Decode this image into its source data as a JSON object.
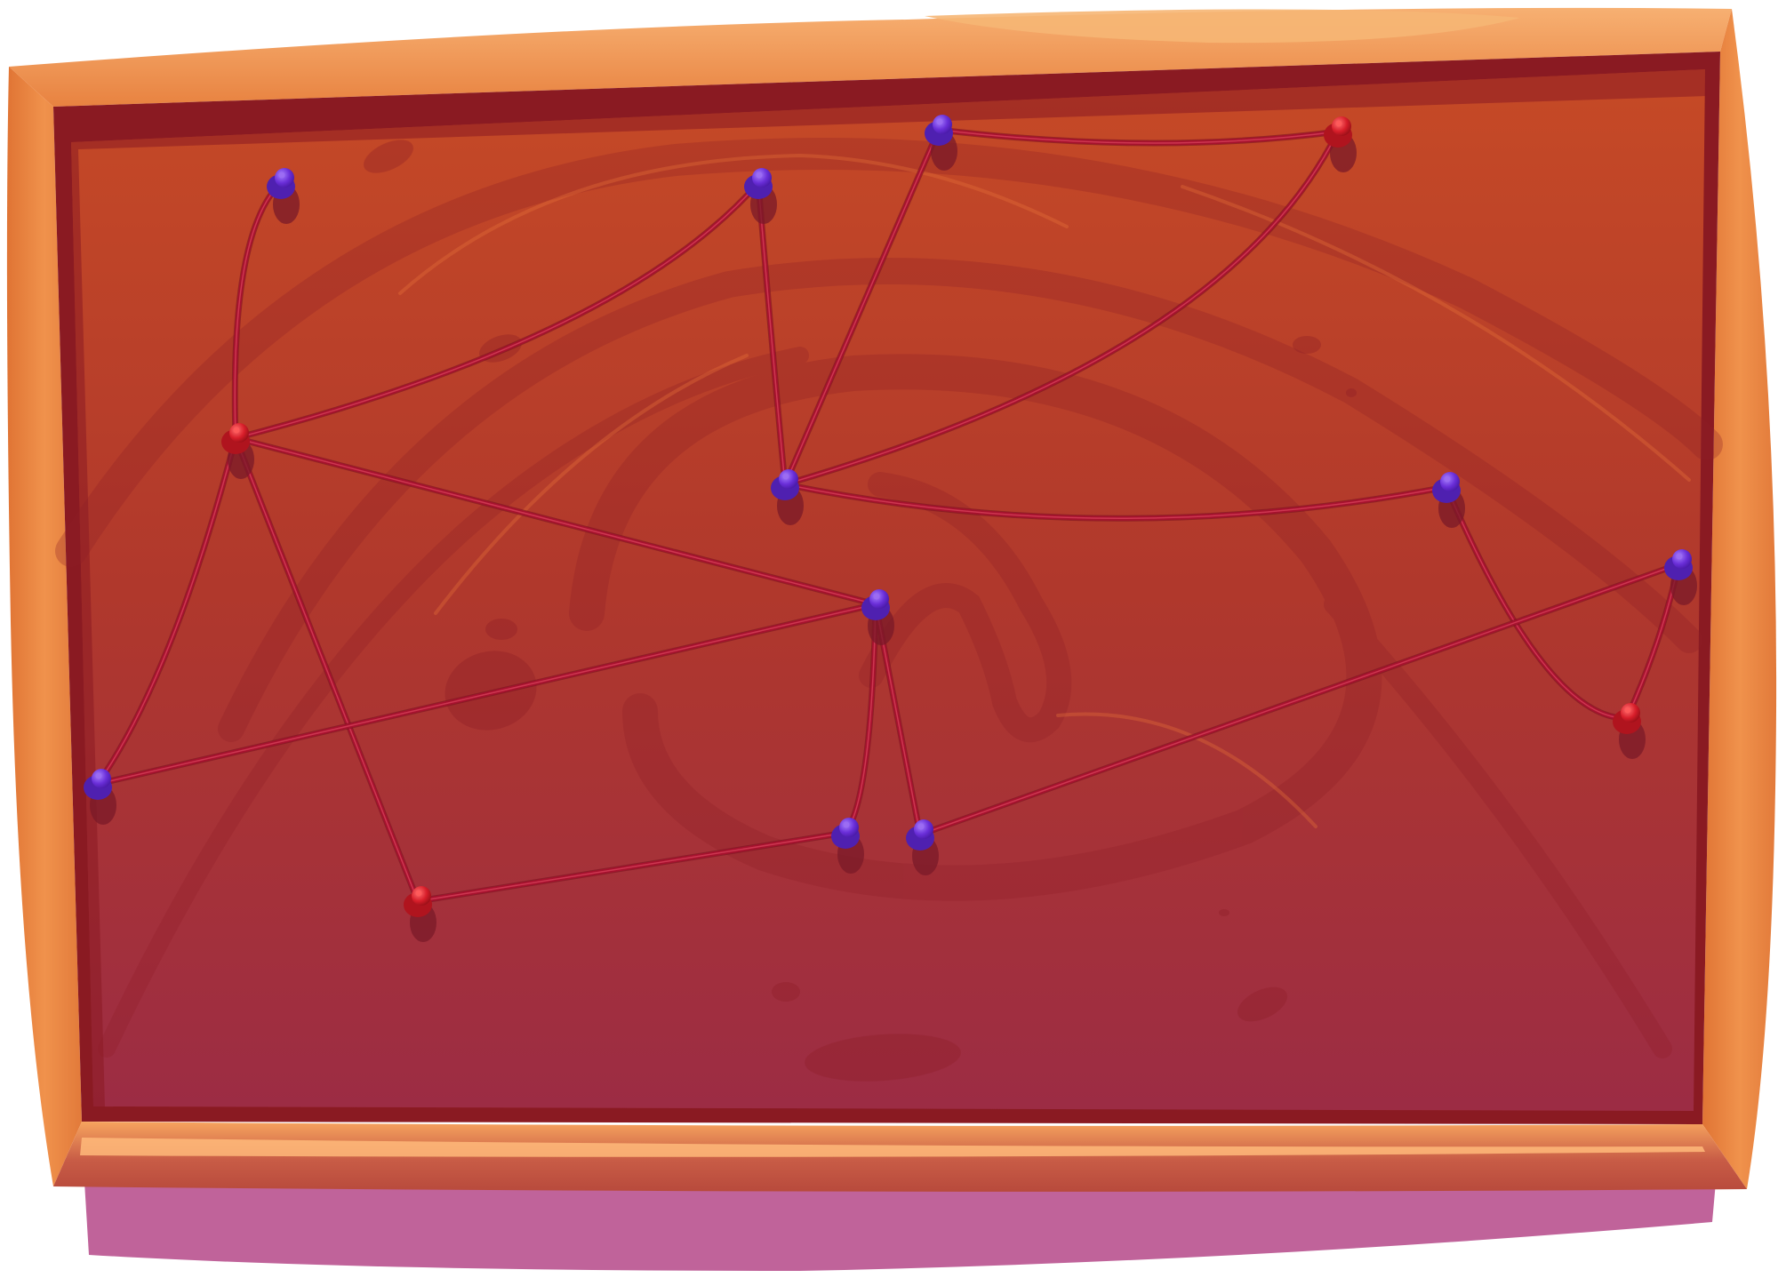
{
  "colors": {
    "frame_light": "#f2a05c",
    "frame_mid": "#e8823f",
    "frame_dark": "#c65a2c",
    "frame_edge": "#8a1a22",
    "board_top": "#c44a26",
    "board_bottom": "#9c2c44",
    "swirl": "#8e1e26",
    "string": "#a6122e",
    "string_highlight": "#d8405a",
    "pin_blue": "#6a2ed8",
    "pin_blue_light": "#9b6cf2",
    "pin_red": "#d81e2a",
    "pin_red_light": "#ff5a5a",
    "pin_shadow": "#7a1a28",
    "base_shadow": "#c0639a"
  },
  "pins": [
    {
      "id": "p1",
      "color": "blue"
    },
    {
      "id": "p2",
      "color": "blue"
    },
    {
      "id": "p3",
      "color": "blue"
    },
    {
      "id": "p4",
      "color": "red"
    },
    {
      "id": "p5",
      "color": "red"
    },
    {
      "id": "p6",
      "color": "blue"
    },
    {
      "id": "p7",
      "color": "blue"
    },
    {
      "id": "p8",
      "color": "blue"
    },
    {
      "id": "p9",
      "color": "blue"
    },
    {
      "id": "p10",
      "color": "blue"
    },
    {
      "id": "p11",
      "color": "blue"
    },
    {
      "id": "p12",
      "color": "red"
    },
    {
      "id": "p13",
      "color": "blue"
    },
    {
      "id": "p14",
      "color": "red"
    },
    {
      "id": "p15",
      "color": "blue"
    }
  ],
  "strings": [
    {
      "from": "p1",
      "to": "p5"
    },
    {
      "from": "p5",
      "to": "p2"
    },
    {
      "from": "p5",
      "to": "p9"
    },
    {
      "from": "p5",
      "to": "p10"
    },
    {
      "from": "p5",
      "to": "p14"
    },
    {
      "from": "p2",
      "to": "p6"
    },
    {
      "from": "p3",
      "to": "p4"
    },
    {
      "from": "p3",
      "to": "p6"
    },
    {
      "from": "p6",
      "to": "p4"
    },
    {
      "from": "p6",
      "to": "p7"
    },
    {
      "from": "p7",
      "to": "p12"
    },
    {
      "from": "p12",
      "to": "p8"
    },
    {
      "from": "p8",
      "to": "p13"
    },
    {
      "from": "p10",
      "to": "p9"
    },
    {
      "from": "p9",
      "to": "p11"
    },
    {
      "from": "p9",
      "to": "p13"
    },
    {
      "from": "p11",
      "to": "p14"
    }
  ]
}
